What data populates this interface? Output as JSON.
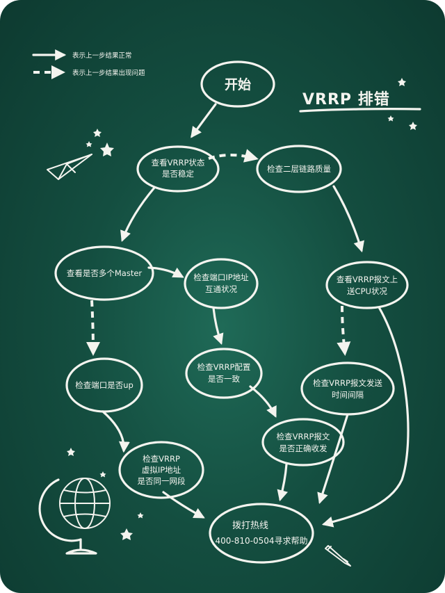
{
  "title": "VRRP 排错",
  "legend": {
    "solid": "表示上一步结果正常",
    "dashed": "表示上一步结果出现问题"
  },
  "nodes": {
    "start": [
      "开始"
    ],
    "check_state": [
      "查看VRRP状态",
      "是否稳定"
    ],
    "check_link": [
      "检查二层链路质量"
    ],
    "check_master": [
      "查看是否多个Master"
    ],
    "check_ip": [
      "检查端口IP地址",
      "互通状况"
    ],
    "check_cpu": [
      "查看VRRP报文上",
      "送CPU状况"
    ],
    "check_port_up": [
      "检查端口是否up"
    ],
    "check_config": [
      "检查VRRP配置",
      "是否一致"
    ],
    "check_interval": [
      "检查VRRP报文发送",
      "时间间隔"
    ],
    "check_packets": [
      "检查VRRP报文",
      "是否正确收发"
    ],
    "check_virtual_ip": [
      "检查VRRP",
      "虚拟IP地址",
      "是否同一网段"
    ],
    "hotline": [
      "拨打热线",
      "400-810-0504寻求帮助"
    ]
  },
  "colors": {
    "board": "#144e40",
    "chalk": "#f4f4ef"
  },
  "icons": [
    "paper-plane-icon",
    "globe-icon",
    "pencil-icon",
    "star-icon"
  ]
}
